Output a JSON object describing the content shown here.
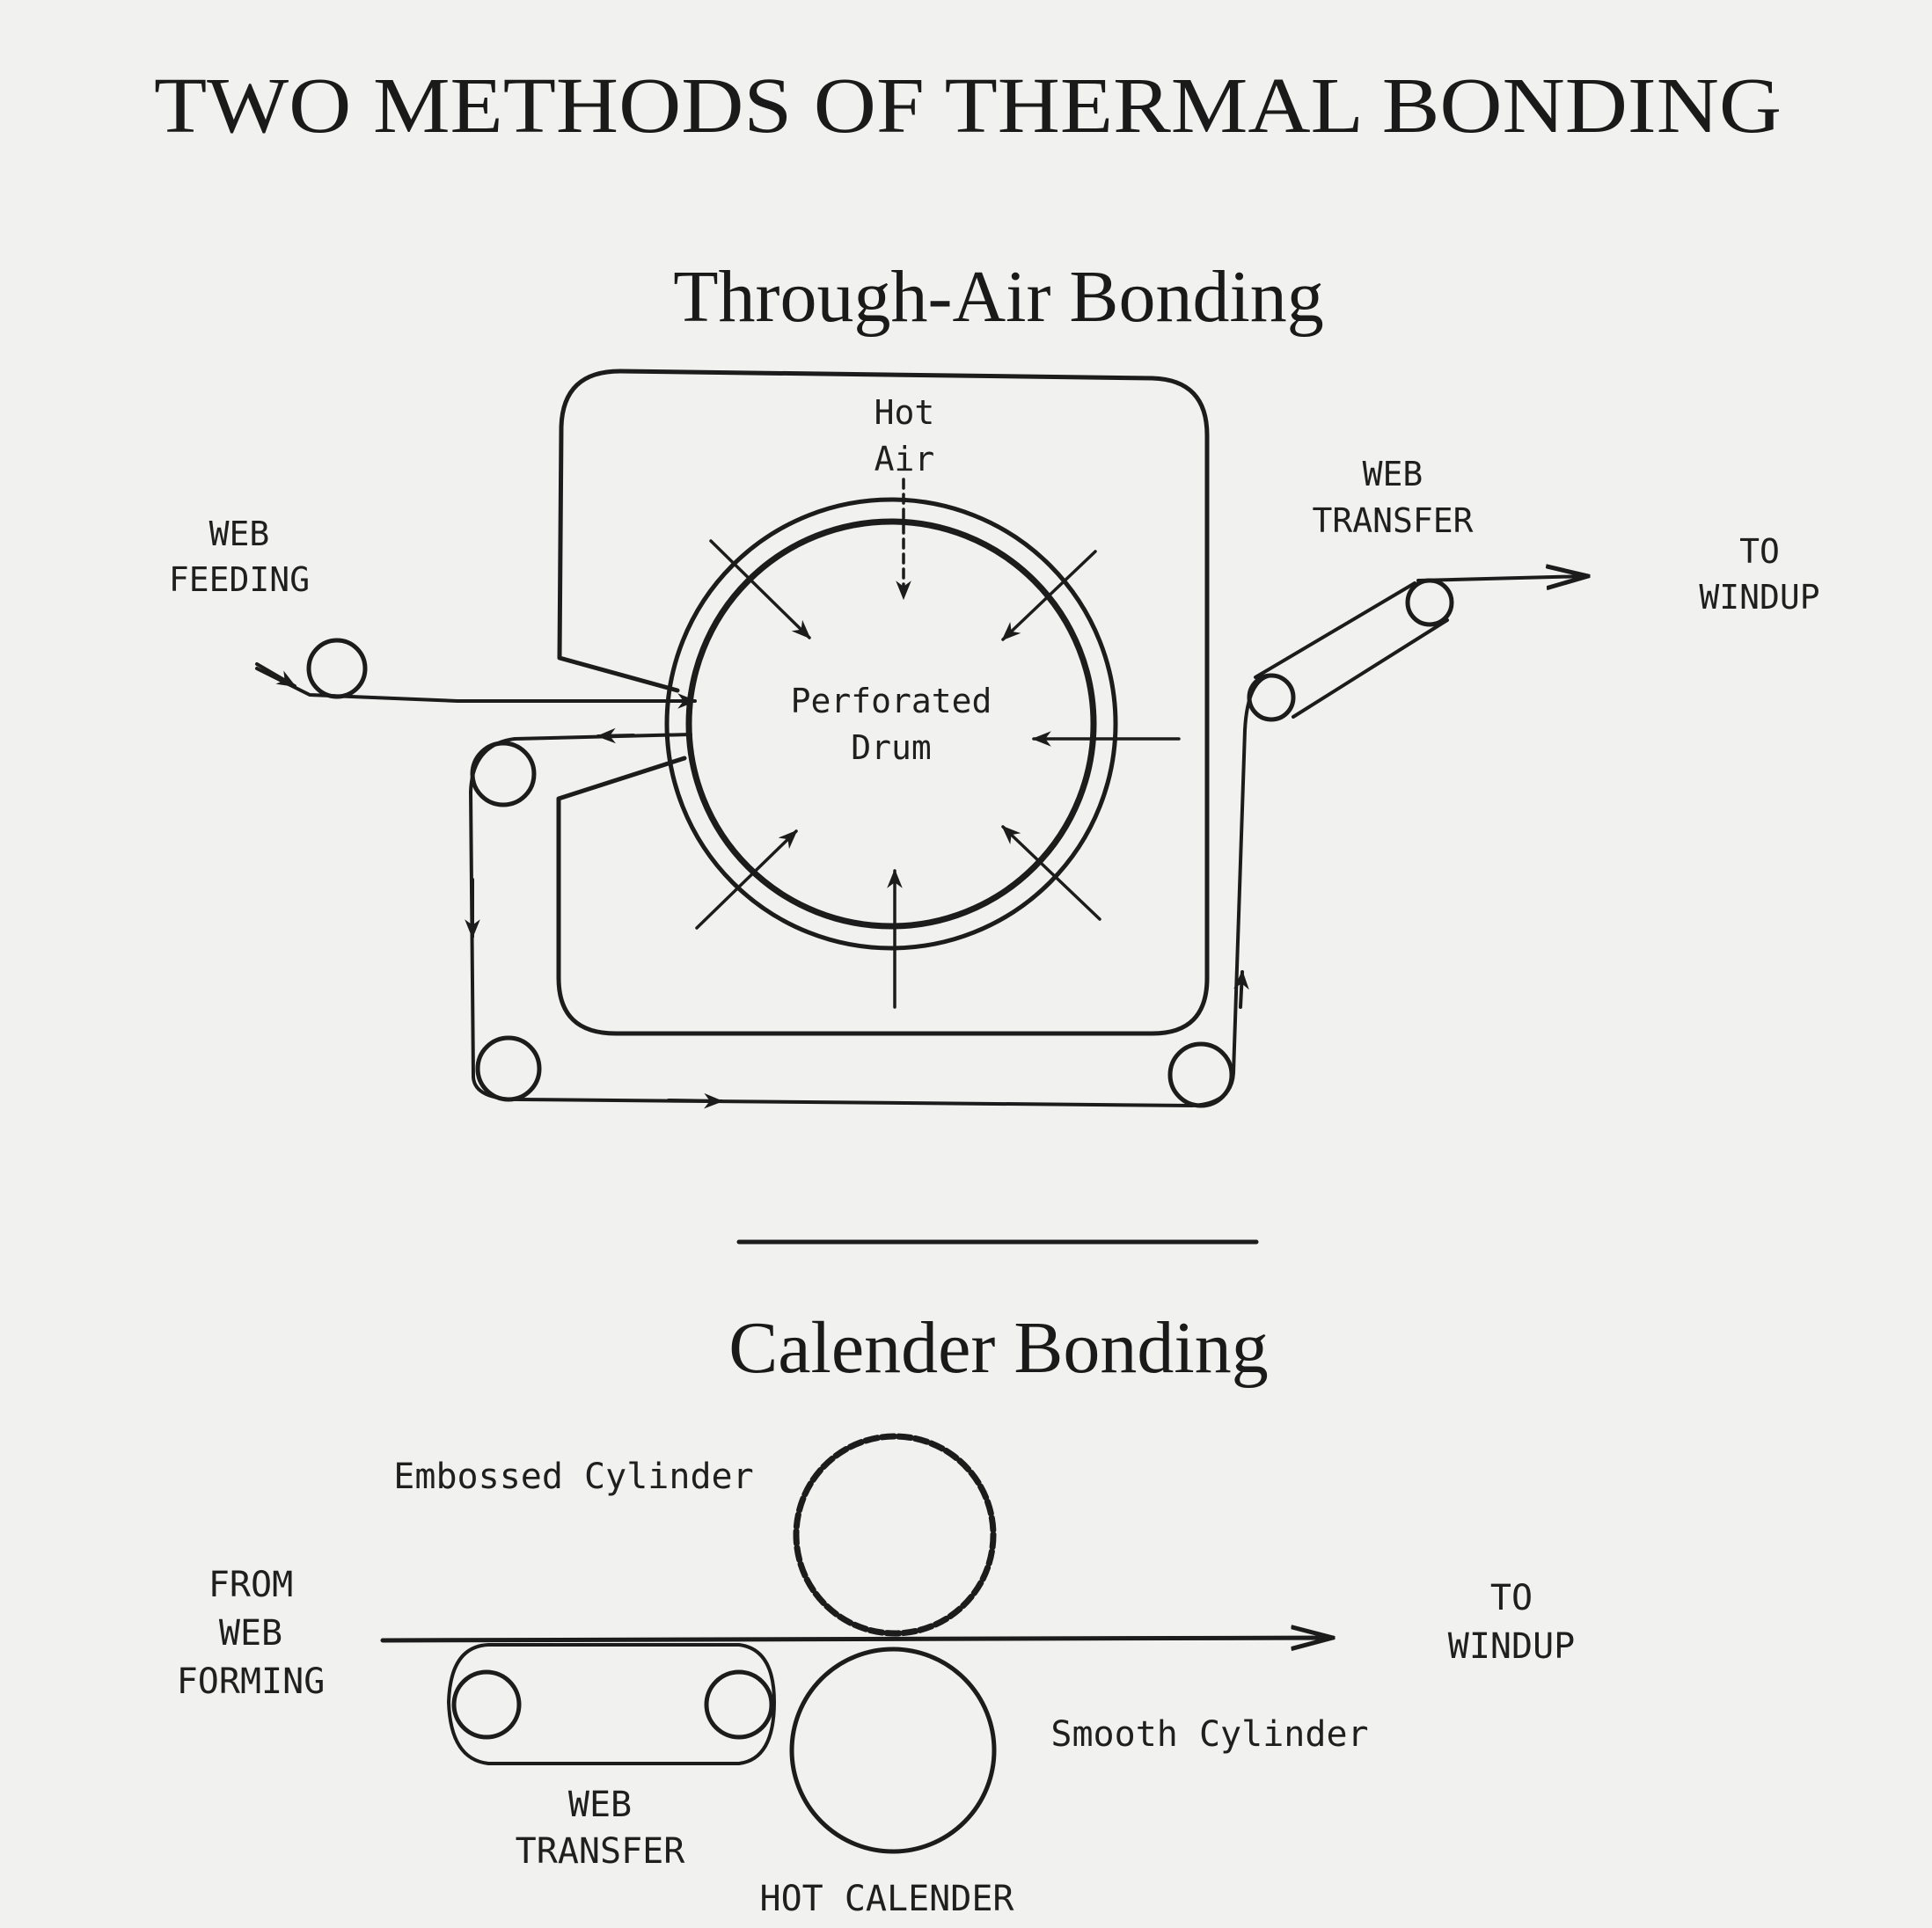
{
  "title": "TWO METHODS OF THERMAL BONDING",
  "through_air": {
    "heading": "Through-Air Bonding",
    "hot_air_1": "Hot",
    "hot_air_2": "Air",
    "drum_1": "Perforated",
    "drum_2": "Drum",
    "feed_1": "WEB",
    "feed_2": "FEEDING",
    "transfer_1": "WEB",
    "transfer_2": "TRANSFER",
    "windup_1": "TO",
    "windup_2": "WINDUP"
  },
  "calender": {
    "heading": "Calender Bonding",
    "embossed": "Embossed Cylinder",
    "smooth": "Smooth Cylinder",
    "from_1": "FROM",
    "from_2": "WEB",
    "from_3": "FORMING",
    "transfer_1": "WEB",
    "transfer_2": "TRANSFER",
    "hot_calender": "HOT CALENDER",
    "windup_1": "TO",
    "windup_2": "WINDUP"
  }
}
